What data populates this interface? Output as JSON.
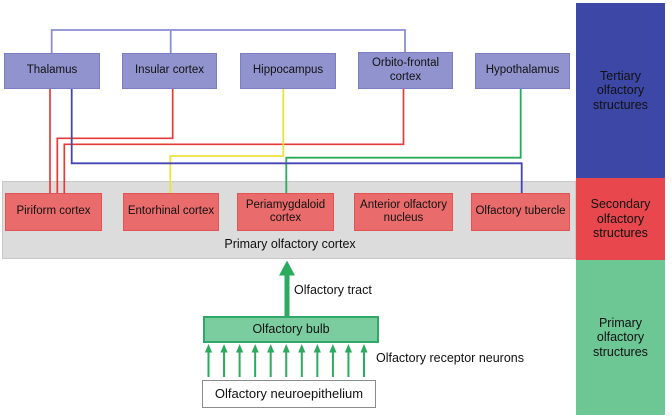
{
  "colors": {
    "text_color": "#111111",
    "purple_box_fill": "#9193ce",
    "purple_box_border": "#7b7ec2",
    "red_box_fill": "#e96b6b",
    "red_box_border": "#e25353",
    "gray_band_fill": "#dcdcdc",
    "gray_band_border": "#c9c9c9",
    "tertiary_band_fill": "#3d47a5",
    "secondary_band_fill": "#e8484d",
    "primary_band_fill": "#6cc795",
    "bulb_fill": "#7bcd9f",
    "bulb_border": "#2fa86a",
    "neuroepithelium_fill": "#ffffff",
    "neuroepithelium_border": "#8c8c8c",
    "line_red": "#e63a3a",
    "line_blue": "#4545b2",
    "line_periwinkle": "#8a8fd0",
    "line_yellow": "#ece23c",
    "line_green": "#2bab5e"
  },
  "tertiary_boxes": [
    {
      "label": "Thalamus"
    },
    {
      "label": "Insular cortex"
    },
    {
      "label": "Hippocampus"
    },
    {
      "label": "Orbito-frontal cortex"
    },
    {
      "label": "Hypothalamus"
    }
  ],
  "secondary_boxes": [
    {
      "label": "Piriform cortex"
    },
    {
      "label": "Entorhinal cortex"
    },
    {
      "label": "Periamygdaloid cortex"
    },
    {
      "label": "Anterior olfactory nucleus"
    },
    {
      "label": "Olfactory tubercle"
    }
  ],
  "side_bands": [
    {
      "label": "Tertiary olfactory structures"
    },
    {
      "label": "Secondary olfactory structures"
    },
    {
      "label": "Primary olfactory structures"
    }
  ],
  "primary_cortex_label": "Primary olfactory cortex",
  "olfactory_bulb_label": "Olfactory bulb",
  "neuroepithelium_label": "Olfactory neuroepithelium",
  "olfactory_tract_label": "Olfactory tract",
  "receptor_neurons": {
    "label": "Olfactory receptor neurons",
    "arrow_count": 11
  },
  "connections": [
    {
      "from": "Thalamus",
      "to": "Piriform cortex",
      "color": "red"
    },
    {
      "from": "Insular cortex",
      "to": "Piriform cortex",
      "color": "red"
    },
    {
      "from": "Orbito-frontal cortex",
      "to": "Piriform cortex",
      "color": "red"
    },
    {
      "from": "Thalamus",
      "to": "Olfactory tubercle",
      "color": "blue"
    },
    {
      "from": "Thalamus",
      "to": "Insular cortex and Orbito-frontal cortex",
      "color": "periwinkle"
    },
    {
      "from": "Hippocampus",
      "to": "Entorhinal cortex",
      "color": "yellow"
    },
    {
      "from": "Hypothalamus",
      "to": "Periamygdaloid cortex",
      "color": "green"
    },
    {
      "from": "Olfactory bulb",
      "to": "Primary olfactory cortex",
      "color": "green",
      "label": "Olfactory tract"
    },
    {
      "from": "Olfactory neuroepithelium",
      "to": "Olfactory bulb",
      "color": "green",
      "label": "Olfactory receptor neurons"
    }
  ]
}
